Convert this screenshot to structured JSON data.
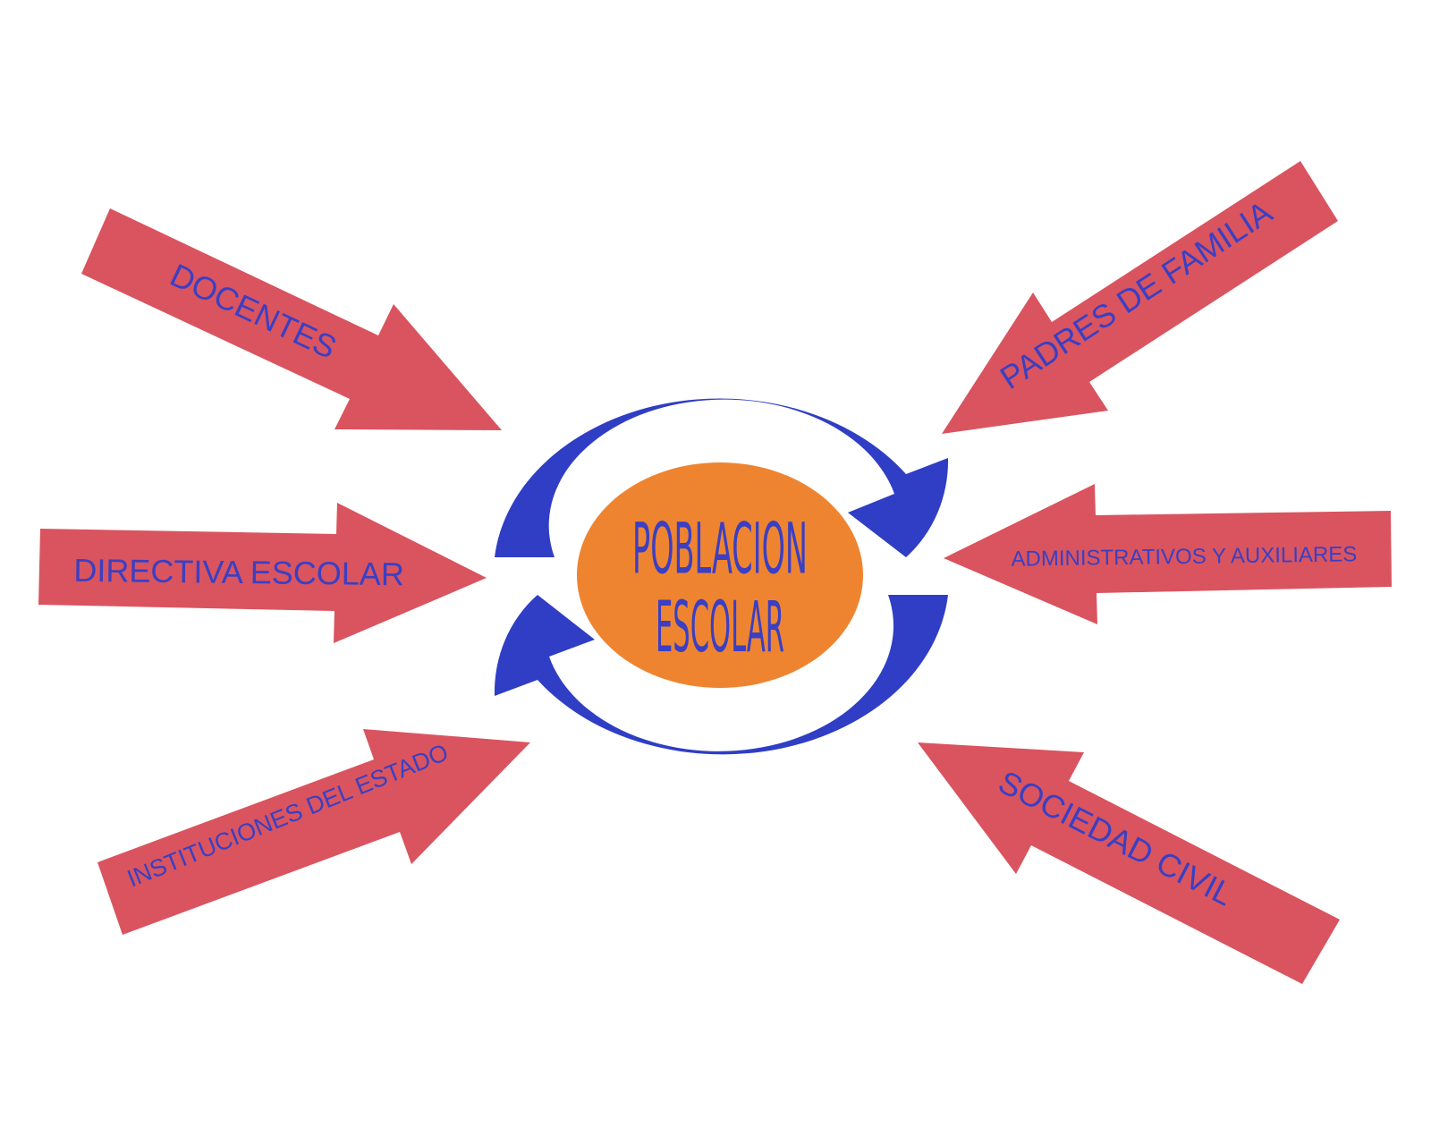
{
  "colors": {
    "background": "#ffffff",
    "arrow_fill": "#d9545f",
    "label_text": "#3a3fc4",
    "cycle_ring": "#2f3ec4",
    "center_fill": "#ef8430",
    "center_text": "#3a3fc4"
  },
  "center": {
    "line1": "POBLACION",
    "line2": "ESCOLAR"
  },
  "arrows": {
    "docentes": "DOCENTES",
    "padres": "PADRES DE FAMILIA",
    "directiva": "DIRECTIVA ESCOLAR",
    "administrativos": "ADMINISTRATIVOS Y AUXILIARES",
    "instituciones": "INSTITUCIONES DEL ESTADO",
    "sociedad": "SOCIEDAD CIVIL"
  },
  "icons": {
    "cycle": "refresh-cycle-icon"
  }
}
